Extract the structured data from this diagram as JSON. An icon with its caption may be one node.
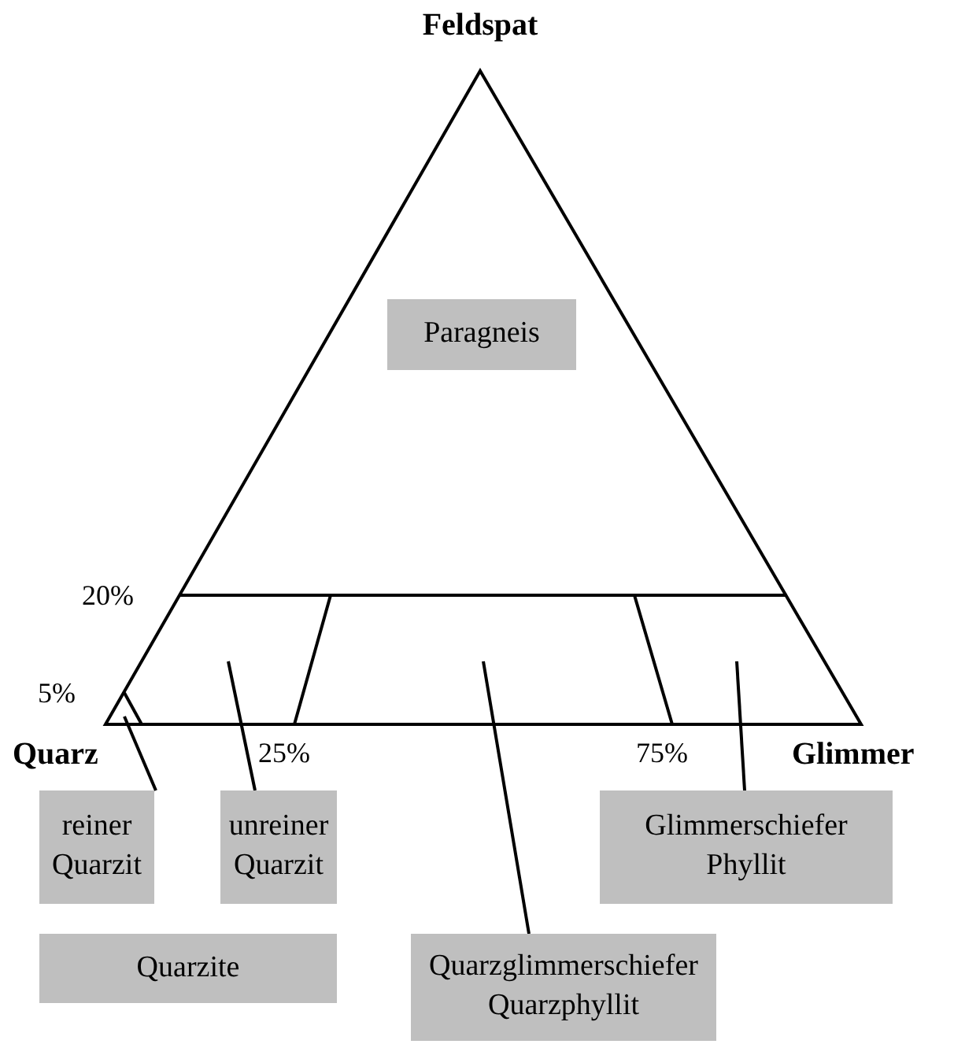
{
  "diagram": {
    "nodes": [
      {
        "text": [
          "Paragneis"
        ]
      },
      {
        "text": [
          "reiner Quarzit"
        ]
      },
      {
        "text": [
          "unreiner Quarzit"
        ]
      },
      {
        "text": [
          "Glimmerschiefer Phyllit"
        ]
      },
      {
        "text": [
          "Quarzite"
        ]
      },
      {
        "text": [
          "Quarzglimmerschiefer Quarzphyllit"
        ]
      }
    ],
    "edges": [
      {
        "from": 1,
        "to": null,
        "arrow": "none"
      },
      {
        "from": 2,
        "to": null,
        "arrow": "none"
      },
      {
        "from": 5,
        "to": null,
        "arrow": "none"
      },
      {
        "from": 3,
        "to": null,
        "arrow": "none"
      }
    ],
    "labels": [
      "Feldspat",
      "20%",
      "5%",
      "Quarz",
      "25%",
      "75%",
      "Glimmer"
    ]
  }
}
